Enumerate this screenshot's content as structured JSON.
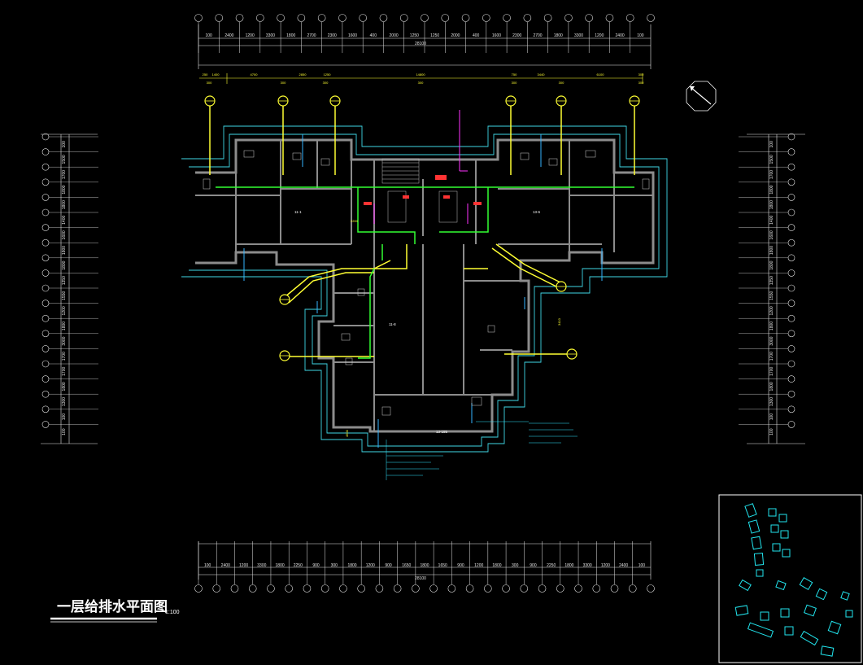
{
  "drawing": {
    "title": "一层给排水平面图",
    "scale": "1:100"
  },
  "colors": {
    "background": "#000000",
    "wall": "#8c8c8c",
    "outline": "#3fd7e6",
    "water_supply": "#ffff33",
    "drain": "#33ff33",
    "fire": "#ff33ff",
    "drain_blue": "#33b5ff",
    "dimension": "#e6e6e6",
    "keyplan": "#22e5ee"
  },
  "top_dims": {
    "row1": [
      "100",
      "2400",
      "1200",
      "3300",
      "1800",
      "2700",
      "2300",
      "1600",
      "400",
      "2000",
      "1250",
      "1250",
      "2000",
      "400",
      "1600",
      "2300",
      "2700",
      "1800",
      "3300",
      "1200",
      "2400",
      "100"
    ],
    "total": "28100"
  },
  "upper_dims": {
    "row": [
      "250",
      "1400",
      "4700",
      "2850",
      "1250",
      "14800",
      "750",
      "3440",
      "6100",
      "300"
    ],
    "sub": [
      "300",
      "300",
      "300",
      "300",
      "300",
      "300",
      "300"
    ]
  },
  "bottom_dims": {
    "row1": [
      "100",
      "2400",
      "1200",
      "3300",
      "1800",
      "2250",
      "900",
      "300",
      "1800",
      "1200",
      "900",
      "1650",
      "1800",
      "1650",
      "900",
      "1200",
      "1800",
      "300",
      "900",
      "2250",
      "1800",
      "3300",
      "1200",
      "2400",
      "100"
    ],
    "total": "28100"
  },
  "left_dims": [
    "100",
    "1500",
    "1700",
    "1800",
    "1800",
    "1400",
    "1600",
    "1800",
    "1800",
    "1350",
    "1550",
    "1200",
    "1800",
    "3000",
    "1700",
    "1700",
    "1800",
    "1300",
    "100",
    "100"
  ],
  "right_dims": [
    "100",
    "1500",
    "1700",
    "1800",
    "1800",
    "1400",
    "1600",
    "1800",
    "1800",
    "1350",
    "1550",
    "1200",
    "1800",
    "3000",
    "1700",
    "1700",
    "1800",
    "1300",
    "100",
    "100"
  ],
  "rooms": {
    "left_hall": "11-1",
    "right_hall": "13-6",
    "center": "11-8",
    "bottom_tag": "13-185"
  },
  "notes": {
    "plan_dim_left": "2200",
    "plan_dim_right": "3410",
    "plan_dim_bot": "4500"
  }
}
